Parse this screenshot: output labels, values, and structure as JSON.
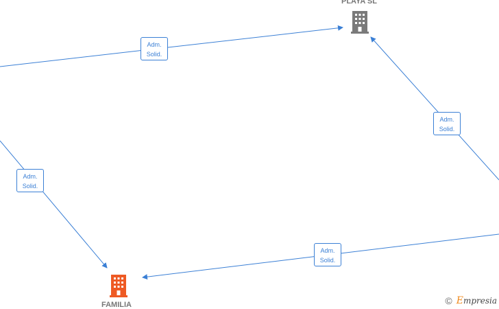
{
  "nodes": {
    "top_company": {
      "label": "PLAYA  SL",
      "icon": "building-icon",
      "color": "#7a7a7a"
    },
    "bottom_company": {
      "label": "FAMILIA",
      "icon": "building-icon",
      "color": "#ee5a24"
    }
  },
  "edges": [
    {
      "line1": "Adm.",
      "line2": "Solid."
    },
    {
      "line1": "Adm.",
      "line2": "Solid."
    },
    {
      "line1": "Adm.",
      "line2": "Solid."
    },
    {
      "line1": "Adm.",
      "line2": "Solid."
    }
  ],
  "colors": {
    "edge": "#3a7fd5",
    "brand_accent": "#f08a1c"
  },
  "brand": {
    "copyright": "©",
    "first_letter": "E",
    "rest": "mpresia"
  }
}
